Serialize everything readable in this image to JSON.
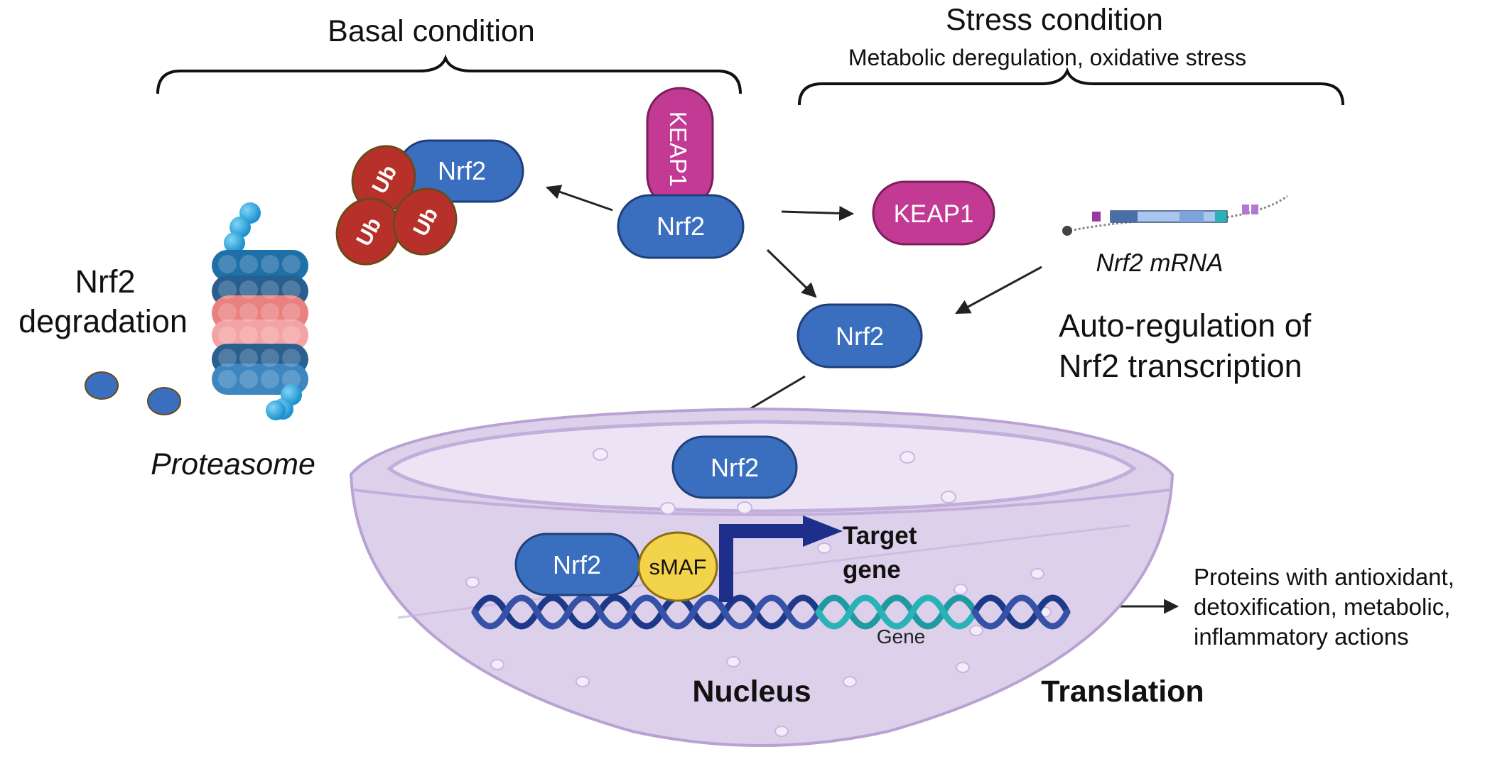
{
  "headings": {
    "basal": "Basal condition",
    "stress": "Stress condition",
    "stress_sub": "Metabolic deregulation, oxidative stress"
  },
  "labels": {
    "degradation_line1": "Nrf2",
    "degradation_line2": "degradation",
    "proteasome": "Proteasome",
    "mrna": "Nrf2 mRNA",
    "autoreg_line1": "Auto-regulation of",
    "autoreg_line2": "Nrf2 transcription",
    "target_line1": "Target",
    "target_line2": "gene",
    "gene": "Gene",
    "nucleus": "Nucleus",
    "translation": "Translation",
    "outcome_line1": "Proteins with antioxidant,",
    "outcome_line2": "detoxification, metabolic,",
    "outcome_line3": "inflammatory actions"
  },
  "molecules": {
    "nrf2": "Nrf2",
    "keap1": "KEAP1",
    "ub": "Ub",
    "smaf": "sMAF"
  },
  "colors": {
    "nrf2_fill": "#3a6fc0",
    "nrf2_stroke": "#1f3f7a",
    "keap1_fill": "#c23a93",
    "keap1_stroke": "#7a1f5c",
    "ub_fill": "#b8302a",
    "ub_stroke": "#6b4a1a",
    "smaf_fill": "#f3d34a",
    "smaf_stroke": "#8a6d12",
    "nucleus_fill": "#ddd0ea",
    "nucleus_stroke": "#b9a2d3",
    "dna_dark": "#1d3a8a",
    "dna_gene": "#2ab3b6",
    "promoter_arrow": "#1d2f8a"
  }
}
